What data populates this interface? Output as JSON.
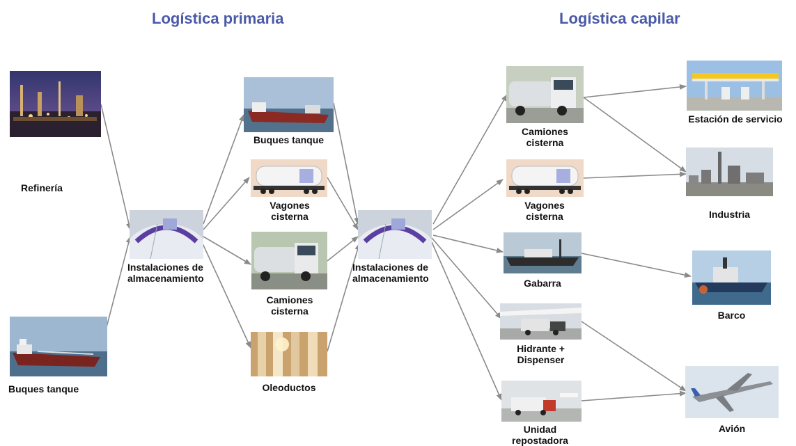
{
  "titles": {
    "primary": "Logística primaria",
    "capilar": "Logística capilar"
  },
  "nodes": {
    "refineria": "Refinería",
    "buques_left": "Buques tanque",
    "inst1": "Instalaciones de\nalmacenamiento",
    "buques_mid": "Buques tanque",
    "vagones_mid": "Vagones\ncisterna",
    "camiones_mid": "Camiones\ncisterna",
    "oleoductos": "Oleoductos",
    "inst2": "Instalaciones de\nalmacenamiento",
    "camiones_right": "Camiones\ncisterna",
    "vagones_right": "Vagones\ncisterna",
    "gabarra": "Gabarra",
    "hidrante": "Hidrante +\nDispenser",
    "unidad": "Unidad\nrepostadora",
    "estacion": "Estación de servicio",
    "industria": "Industria",
    "barco": "Barco",
    "avion": "Avión"
  },
  "colors": {
    "title": "#4a5aa8",
    "arrow": "#8a8a8a"
  }
}
